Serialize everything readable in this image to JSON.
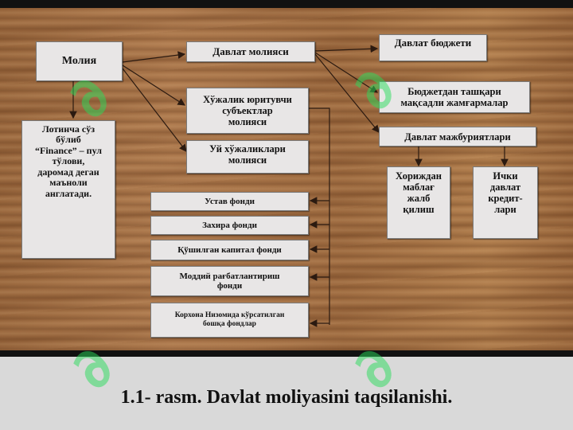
{
  "nodes": {
    "moliya": "Молия",
    "davlat_moliyasi": "Давлат молияси",
    "davlat_budjeti": "Давлат бюджети",
    "budjetdan_tashqari": "Бюджетдан ташқари\nмақсадли жамғармалар",
    "davlat_majburiyatlari": "Давлат мажбуриятлари",
    "xorijdan": "Хориждан\nмаблағ\nжалб\nқилиш",
    "ichki_kreditlar": "Ички\nдавлат\nкредит-\nлари",
    "xojalik_yurituvchi": "Хўжалик юритувчи\nсубъектлар\nмолияси",
    "uy_xojaliklari": "Уй хўжаликлари\nмолияси",
    "lotincha": "Лотинча сўз\nбўлиб\n“Finance” – пул\nтўлови,\nдаромад деган\nмаъноли\nанглатади.",
    "ustav": "Устав фонди",
    "zaxira": "Захира фонди",
    "kushilgan": "Қўшилган капитал фонди",
    "moddiy": "Моддий рағбатлантириш\nфонди",
    "korxona": "Корхона Низомида кўрсатилган\nбошқа фондлар"
  },
  "caption": "1.1- rasm. Davlat moliyasini taqsilanishi.",
  "colors": {
    "board": "#a8754a",
    "box_fill": "#e8e6e6",
    "line": "#2b1a10",
    "watermark": "#28dc5a"
  }
}
